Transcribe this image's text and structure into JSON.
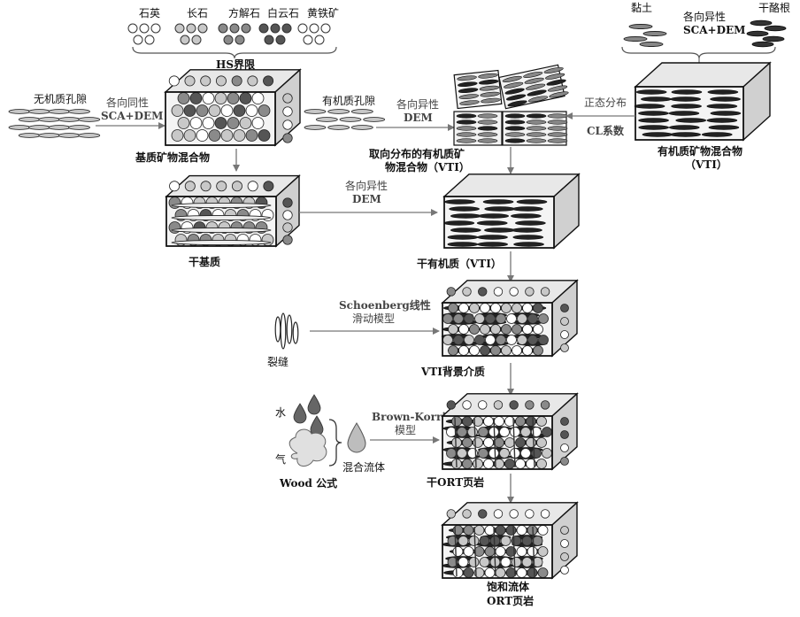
{
  "minerals": {
    "quartz": "石英",
    "feldspar": "长石",
    "calcite": "方解石",
    "dolomite": "白云石",
    "pyrite": "黄铁矿",
    "hs_bound": "HS界限"
  },
  "organic_inputs": {
    "clay": "黏土",
    "anisotropic": "各向异性",
    "sca_dem": "SCA+DEM",
    "kerogen": "干酪根"
  },
  "left_branch": {
    "inorganic_pores": "无机质孔隙",
    "isotropic": "各向同性",
    "sca_dem": "SCA+DEM",
    "matrix_mix": "基质矿物混合物",
    "dry_matrix": "干基质",
    "anisotropic": "各向异性",
    "dem": "DEM"
  },
  "middle": {
    "organic_pores": "有机质孔隙",
    "anisotropic": "各向异性",
    "dem": "DEM",
    "oriented_mix_1": "取向分布的有机质矿",
    "oriented_mix_2": "物混合物（VTI）",
    "dry_organic": "干有机质（VTI）",
    "vti_background": "VTI背景介质",
    "dry_ort": "干ORT页岩",
    "sat_1": "饱和流体",
    "sat_2": "ORT页岩"
  },
  "right_branch": {
    "normal_dist": "正态分布",
    "cl_coef": "CL系数",
    "om_mix_1": "有机质矿物混合物",
    "om_mix_2": "（VTI）"
  },
  "fracture": {
    "label": "裂缝",
    "model_1": "Schoenberg线性",
    "model_2": "滑动模型"
  },
  "fluid": {
    "water": "水",
    "gas": "气",
    "mix": "混合流体",
    "wood": "Wood 公式",
    "bk_1": "Brown-Korringa",
    "bk_2": "模型"
  },
  "colors": {
    "white": "#ffffff",
    "light_gray": "#c8c8c8",
    "mid_gray": "#8a8a8a",
    "dark_gray": "#555555",
    "black": "#1a1a1a",
    "arrow": "#777777"
  }
}
